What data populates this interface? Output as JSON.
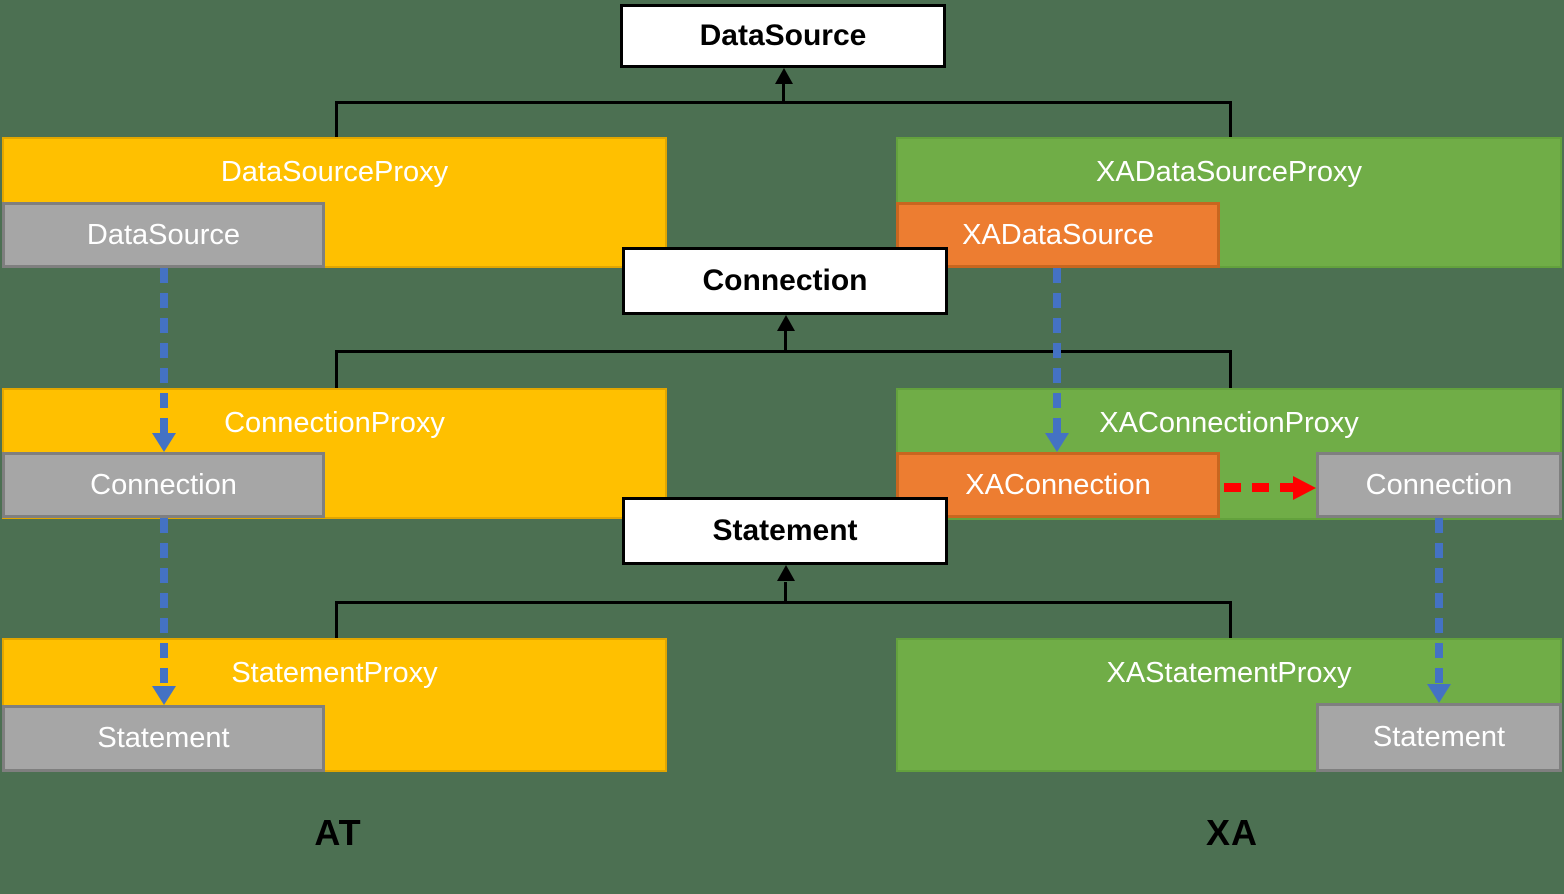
{
  "colors": {
    "background": "#4C7052",
    "yellow": "#FFC000",
    "yellow_border": "#E2A600",
    "green": "#70AD47",
    "green_border": "#63A13D",
    "orange": "#ED7D31",
    "orange_border": "#C8661F",
    "gray": "#A6A6A6",
    "gray_border": "#7F7F7F",
    "interface_bg": "#FFFFFF",
    "interface_border": "#000000",
    "connector": "#000000",
    "blue_arrow": "#4472C4",
    "red_arrow": "#FF0000",
    "caption_text": "#000000"
  },
  "interfaces": {
    "datasource": "DataSource",
    "connection": "Connection",
    "statement": "Statement"
  },
  "at": {
    "caption": "AT",
    "datasource_proxy": "DataSourceProxy",
    "datasource_inner": "DataSource",
    "connection_proxy": "ConnectionProxy",
    "connection_inner": "Connection",
    "statement_proxy": "StatementProxy",
    "statement_inner": "Statement"
  },
  "xa": {
    "caption": "XA",
    "datasource_proxy": "XADataSourceProxy",
    "datasource_inner": "XADataSource",
    "connection_proxy": "XAConnectionProxy",
    "connection_inner": "XAConnection",
    "connection_side": "Connection",
    "statement_proxy": "XAStatementProxy",
    "statement_side": "Statement"
  }
}
